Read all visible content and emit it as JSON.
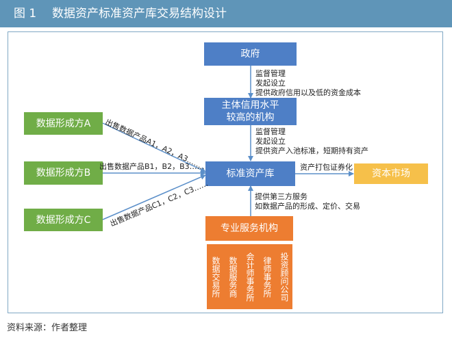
{
  "header": {
    "figure_no": "图 1",
    "title": "数据资产标准资产库交易结构设计"
  },
  "nodes": {
    "government": "政府",
    "credit_institution": "主体信用水平\n较高的机构",
    "standard_pool": "标准资产库",
    "capital_market": "资本市场",
    "professional_services": "专业服务机构",
    "former_a": "数据形成方A",
    "former_b": "数据形成方B",
    "former_c": "数据形成方C"
  },
  "service_providers": [
    "数据交易所",
    "数据服务商",
    "会计师事务所",
    "律师事务所",
    "投资顾问公司"
  ],
  "annotations": {
    "gov_to_inst": [
      "监督管理",
      "发起设立",
      "提供政府信用以及低的资金成本"
    ],
    "inst_to_pool": [
      "监督管理",
      "发起设立",
      "提供资产入池标准，短期持有资产"
    ],
    "pool_to_market": "资产打包证券化",
    "services_to_pool": [
      "提供第三方服务",
      "如数据产品的形成、定价、交易"
    ],
    "a_to_pool": "出售数据产品A1，A2，A3……",
    "b_to_pool": "出售数据产品B1，B2，B3……",
    "c_to_pool": "出售数据产品C1，C2，C3……"
  },
  "source": "资料来源：作者整理",
  "colors": {
    "header": "#5f95b8",
    "blue_node": "#4e7fc6",
    "green_node": "#70ad47",
    "market": "#f6c04a",
    "service": "#ed7d31",
    "arrow": "#5b8fc9"
  }
}
